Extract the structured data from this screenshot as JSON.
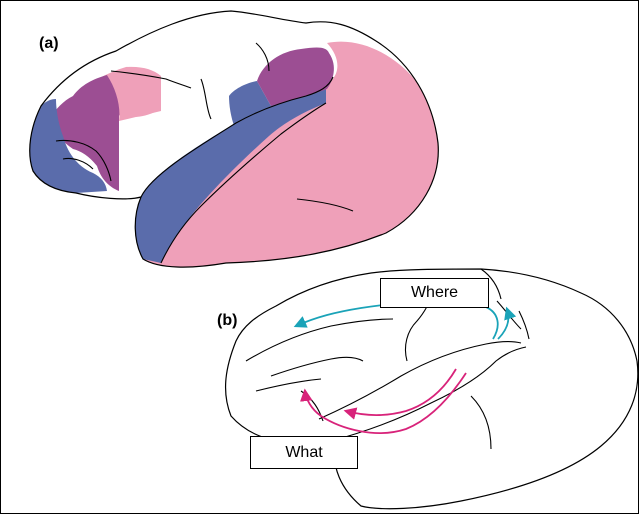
{
  "figure": {
    "panel_a": {
      "label": "(a)"
    },
    "panel_b": {
      "label": "(b)",
      "where_label": "Where",
      "what_label": "What"
    }
  },
  "colors": {
    "pink": "#EFA0B9",
    "blue": "#5A6CAB",
    "purple": "#9C4E93",
    "dorsal_stream": "#1AA3B8",
    "ventral_stream": "#D8237A",
    "outline": "#000000"
  }
}
